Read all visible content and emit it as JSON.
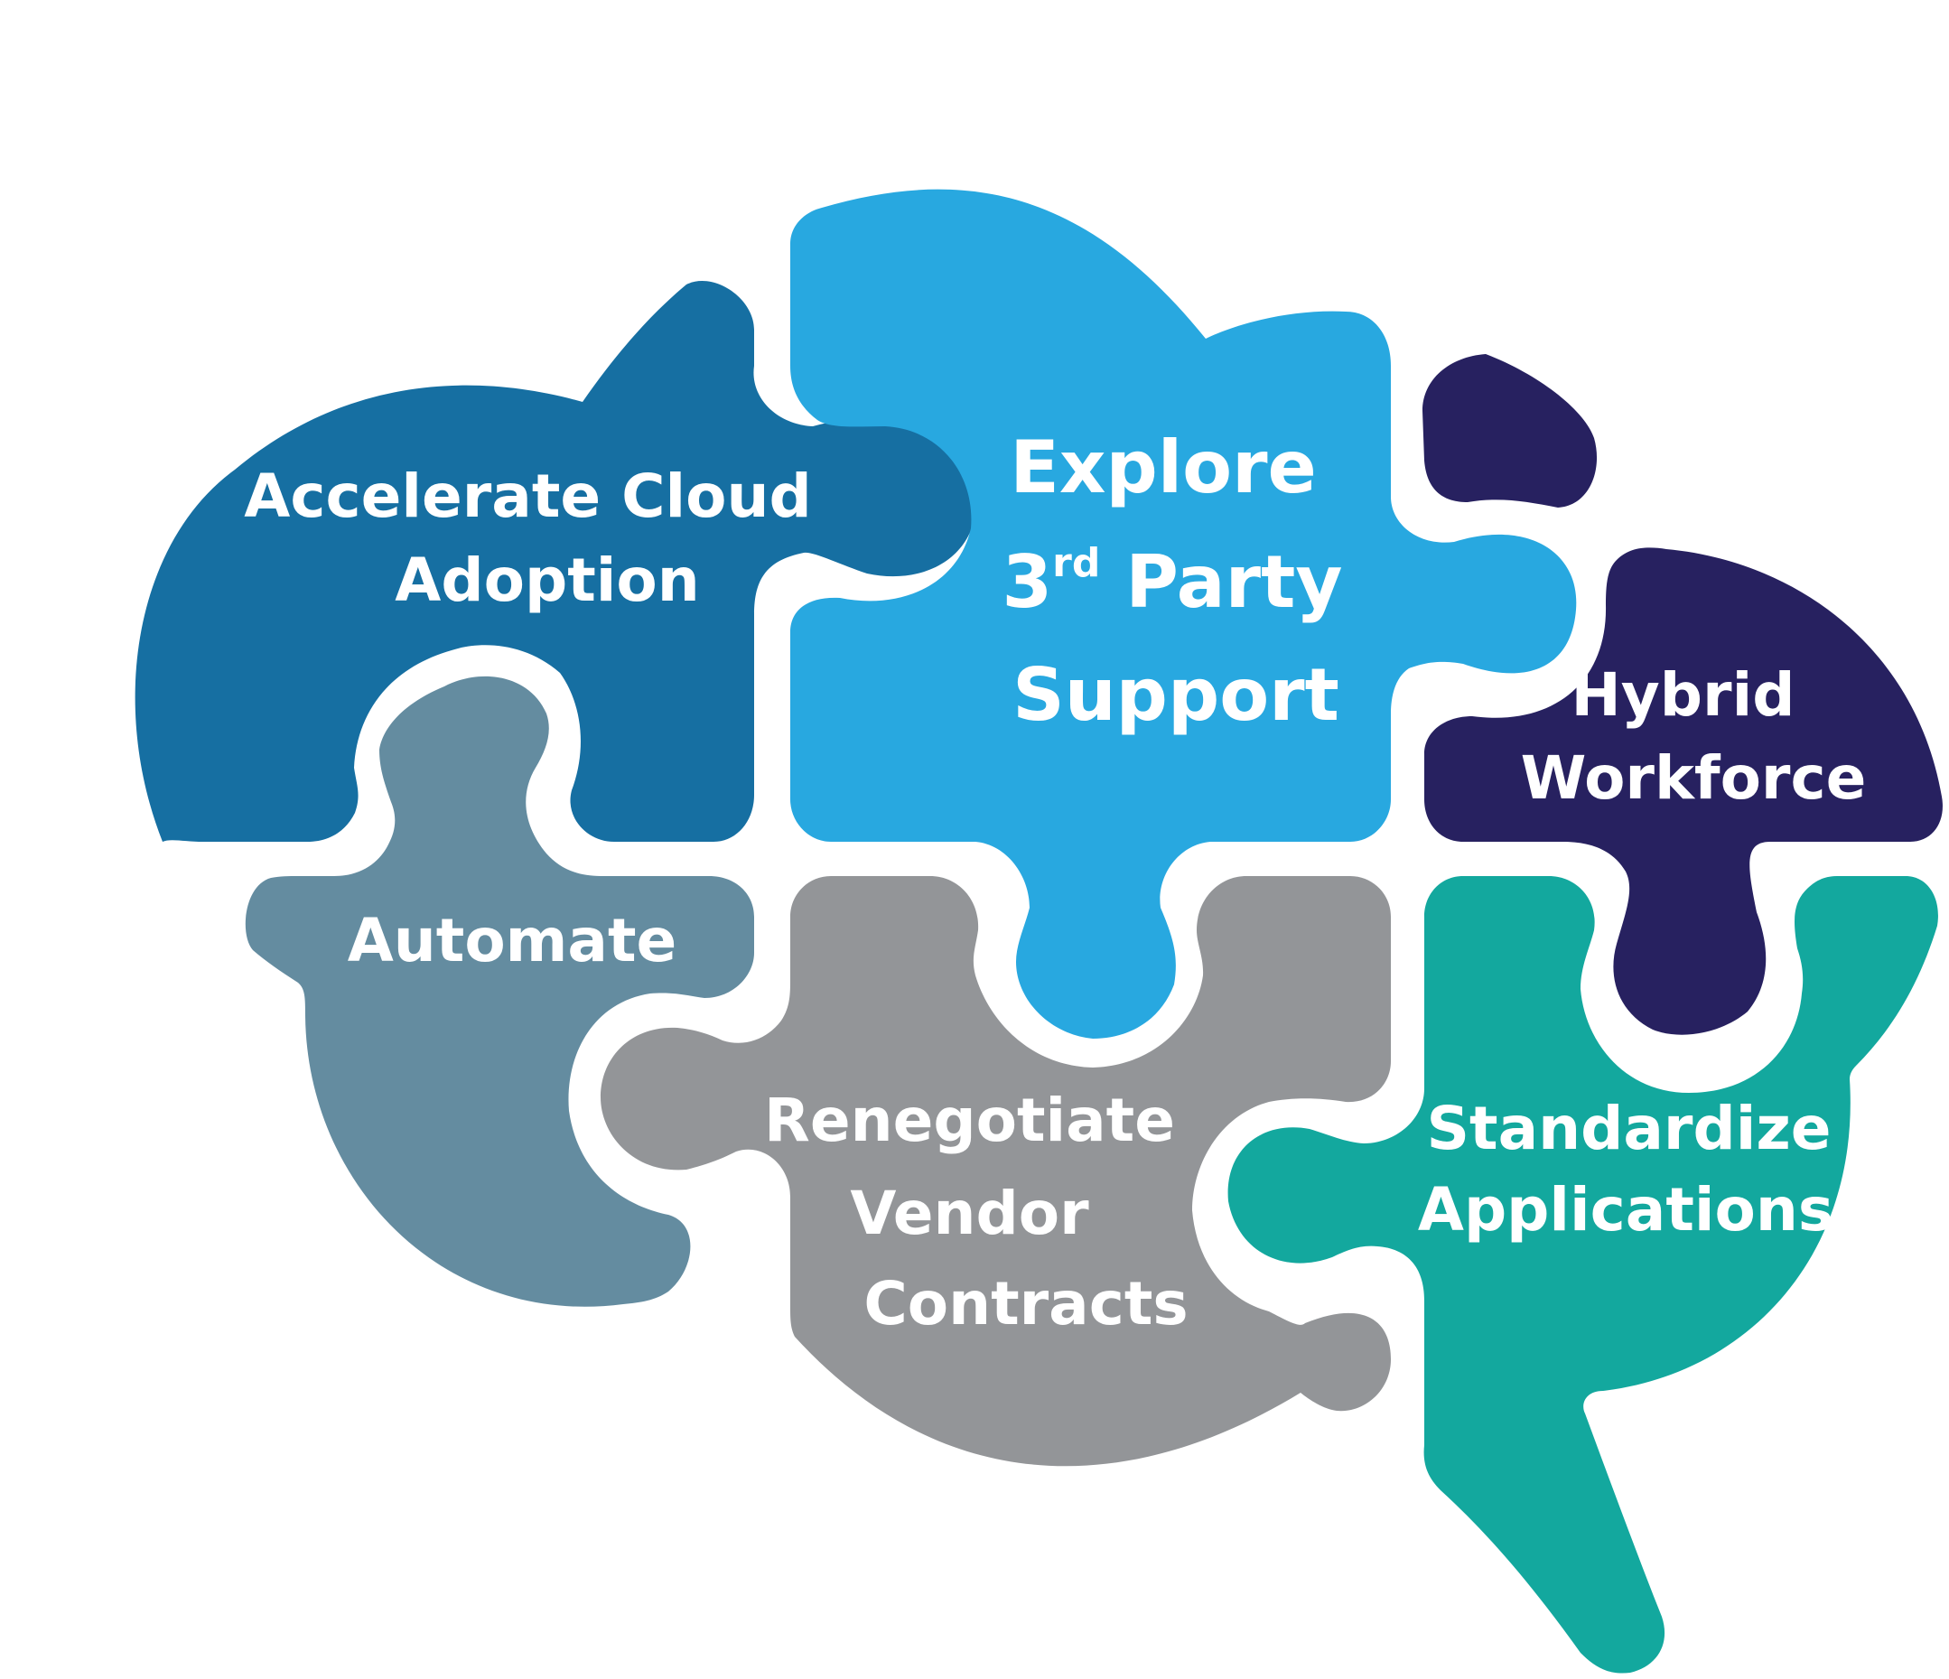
{
  "pieces": {
    "accelerate_cloud": {
      "lines": [
        "Accelerate Cloud",
        "Adoption"
      ],
      "color": "#166FA2"
    },
    "explore_third_party": {
      "line1": "Explore",
      "line2_main": "3",
      "line2_sup": "rd",
      "line2_rest": " Party",
      "line3": "Support",
      "color": "#28A8E0"
    },
    "hybrid_workforce": {
      "lines": [
        "Hybrid",
        "Workforce"
      ],
      "color": "#272160"
    },
    "automate": {
      "lines": [
        "Automate"
      ],
      "color": "#648CA0"
    },
    "renegotiate_vendor": {
      "lines": [
        "Renegotiate",
        "Vendor",
        "Contracts"
      ],
      "color": "#939598"
    },
    "standardize_apps": {
      "lines": [
        "Standardize",
        "Applications"
      ],
      "color": "#13A89E"
    }
  }
}
